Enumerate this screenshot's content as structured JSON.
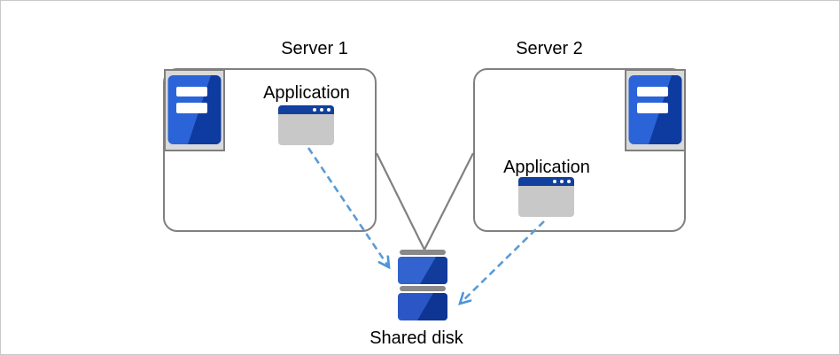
{
  "canvas": {
    "background": "#FFFFFF",
    "border_color": "#C9C9C9"
  },
  "diagram": {
    "servers": [
      {
        "label": "Server 1",
        "icon": "server-tower-icon",
        "application": {
          "label": "Application",
          "icon": "app-window-icon"
        }
      },
      {
        "label": "Server 2",
        "icon": "server-tower-icon",
        "application": {
          "label": "Application",
          "icon": "app-window-icon"
        }
      }
    ],
    "shared_disk": {
      "label": "Shared disk",
      "icon": "disk-stack-icon"
    },
    "connections": [
      {
        "from": "Server 1 box",
        "to": "Shared disk",
        "style": "solid-gray-line"
      },
      {
        "from": "Server 2 box",
        "to": "Shared disk",
        "style": "solid-gray-line"
      },
      {
        "from": "Application on Server 1",
        "to": "Shared disk",
        "style": "dashed-blue-arrow"
      },
      {
        "from": "Application on Server 2",
        "to": "Shared disk",
        "style": "dashed-blue-arrow"
      }
    ],
    "colors": {
      "box_border_gray": "#808080",
      "connector_gray": "#808080",
      "arrow_blue": "#5B9BD5",
      "arrowhead_blue": "#4B94D8",
      "icon_frame_gray": "#D9D9D9",
      "icon_blue_light": "#2B64D8",
      "icon_blue_dark": "#0E3BA0",
      "app_titlebar_blue": "#11409E",
      "app_body_gray": "#C8C8C8",
      "disk_cap_gray": "#898989",
      "text_black": "#000000"
    }
  }
}
